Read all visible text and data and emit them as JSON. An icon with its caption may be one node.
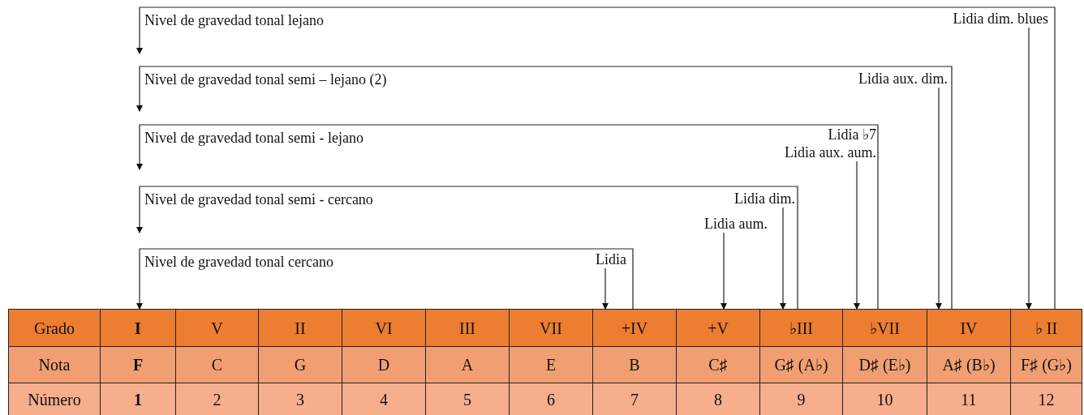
{
  "diagram": {
    "nodes": [
      {
        "text": [
          "Grado"
        ]
      },
      {
        "text": [
          "I"
        ]
      },
      {
        "text": [
          "V"
        ]
      },
      {
        "text": [
          "II"
        ]
      },
      {
        "text": [
          "VI"
        ]
      },
      {
        "text": [
          "III"
        ]
      },
      {
        "text": [
          "VII"
        ]
      },
      {
        "text": [
          "+IV"
        ]
      },
      {
        "text": [
          "+V"
        ]
      },
      {
        "text": [
          "♭III"
        ]
      },
      {
        "text": [
          "♭VII"
        ]
      },
      {
        "text": [
          "IV"
        ]
      },
      {
        "text": [
          "♭ II"
        ]
      },
      {
        "text": [
          "Lidia dim. blues"
        ]
      },
      {
        "text": [
          "Lidia aux. dim."
        ]
      },
      {
        "text": [
          "Lidia ♭7",
          "Lidia aux. aum."
        ]
      },
      {
        "text": [
          "Lidia dim."
        ]
      },
      {
        "text": [
          "Lidia aum."
        ]
      },
      {
        "text": [
          "Lidia"
        ]
      }
    ],
    "edges": [
      {
        "from": 12,
        "to": null,
        "arrow": "to",
        "label": "Nivel de gravedad tonal lejano"
      },
      {
        "from": 11,
        "to": null,
        "arrow": "to",
        "label": "Nivel de gravedad tonal semi – lejano (2)"
      },
      {
        "from": 10,
        "to": null,
        "arrow": "to",
        "label": "Nivel de gravedad tonal semi - lejano"
      },
      {
        "from": 9,
        "to": null,
        "arrow": "to",
        "label": "Nivel de gravedad tonal semi - cercano"
      },
      {
        "from": 7,
        "to": 1,
        "arrow": "to",
        "label": "Nivel de gravedad tonal cercano"
      },
      {
        "from": 13,
        "to": 12,
        "arrow": "to"
      },
      {
        "from": 14,
        "to": 11,
        "arrow": "to"
      },
      {
        "from": 15,
        "to": 10,
        "arrow": "to"
      },
      {
        "from": 16,
        "to": 9,
        "arrow": "to"
      },
      {
        "from": 17,
        "to": 8,
        "arrow": "to"
      },
      {
        "from": 18,
        "to": 7,
        "arrow": "to"
      }
    ],
    "labels": [
      "Nota",
      "F",
      "C",
      "G",
      "D",
      "A",
      "E",
      "B",
      "C♯",
      "G♯ (A♭)",
      "D♯ (E♭)",
      "A♯ (B♭)",
      "F♯ (G♭)",
      "Número",
      "1",
      "2",
      "3",
      "4",
      "5",
      "6",
      "7",
      "8",
      "9",
      "10",
      "11",
      "12"
    ]
  }
}
